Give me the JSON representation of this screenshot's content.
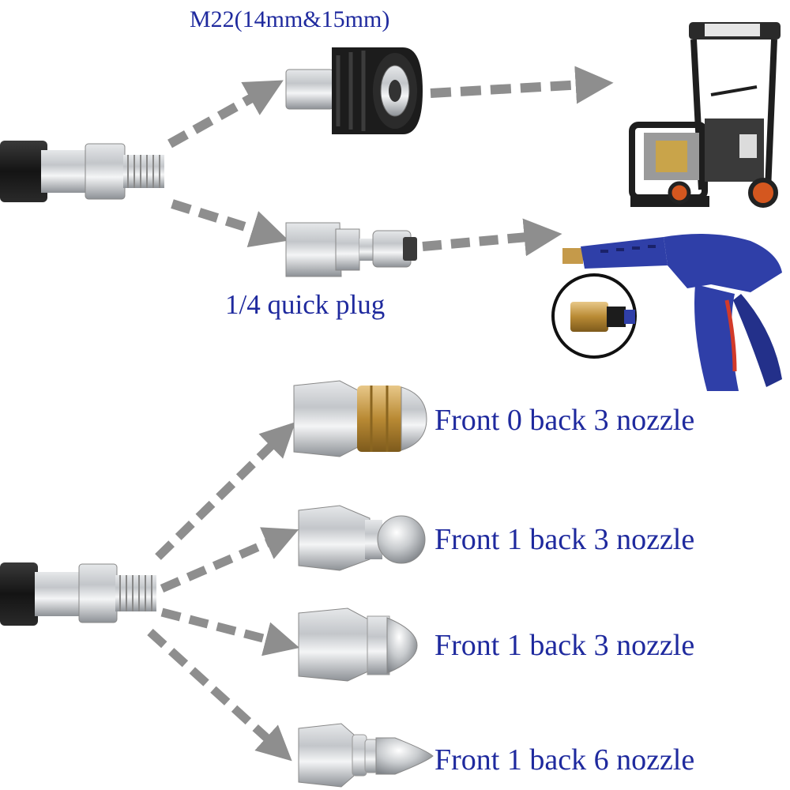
{
  "labels": {
    "m22_adapter": "M22(14mm&15mm)",
    "quick_plug": "1/4 quick plug",
    "nozzles": [
      "Front 0 back 3 nozzle",
      "Front 1 back 3 nozzle",
      "Front 1 back 3 nozzle",
      "Front 1 back 6 nozzle"
    ]
  },
  "colors": {
    "label_text": "#1f2a9e",
    "arrow": "#8e8e8e",
    "hose": "#1a1a1a",
    "steel": "#b9bcc0",
    "brass": "#c59a4a",
    "gun_blue": "#2f3fa8"
  },
  "icons": {
    "hose_connector": "hose-fitting-icon",
    "m22_coupler": "m22-coupler-icon",
    "quick_plug": "quick-plug-icon",
    "pressure_washer": "pressure-washer-icon",
    "spray_gun": "spray-gun-icon"
  }
}
